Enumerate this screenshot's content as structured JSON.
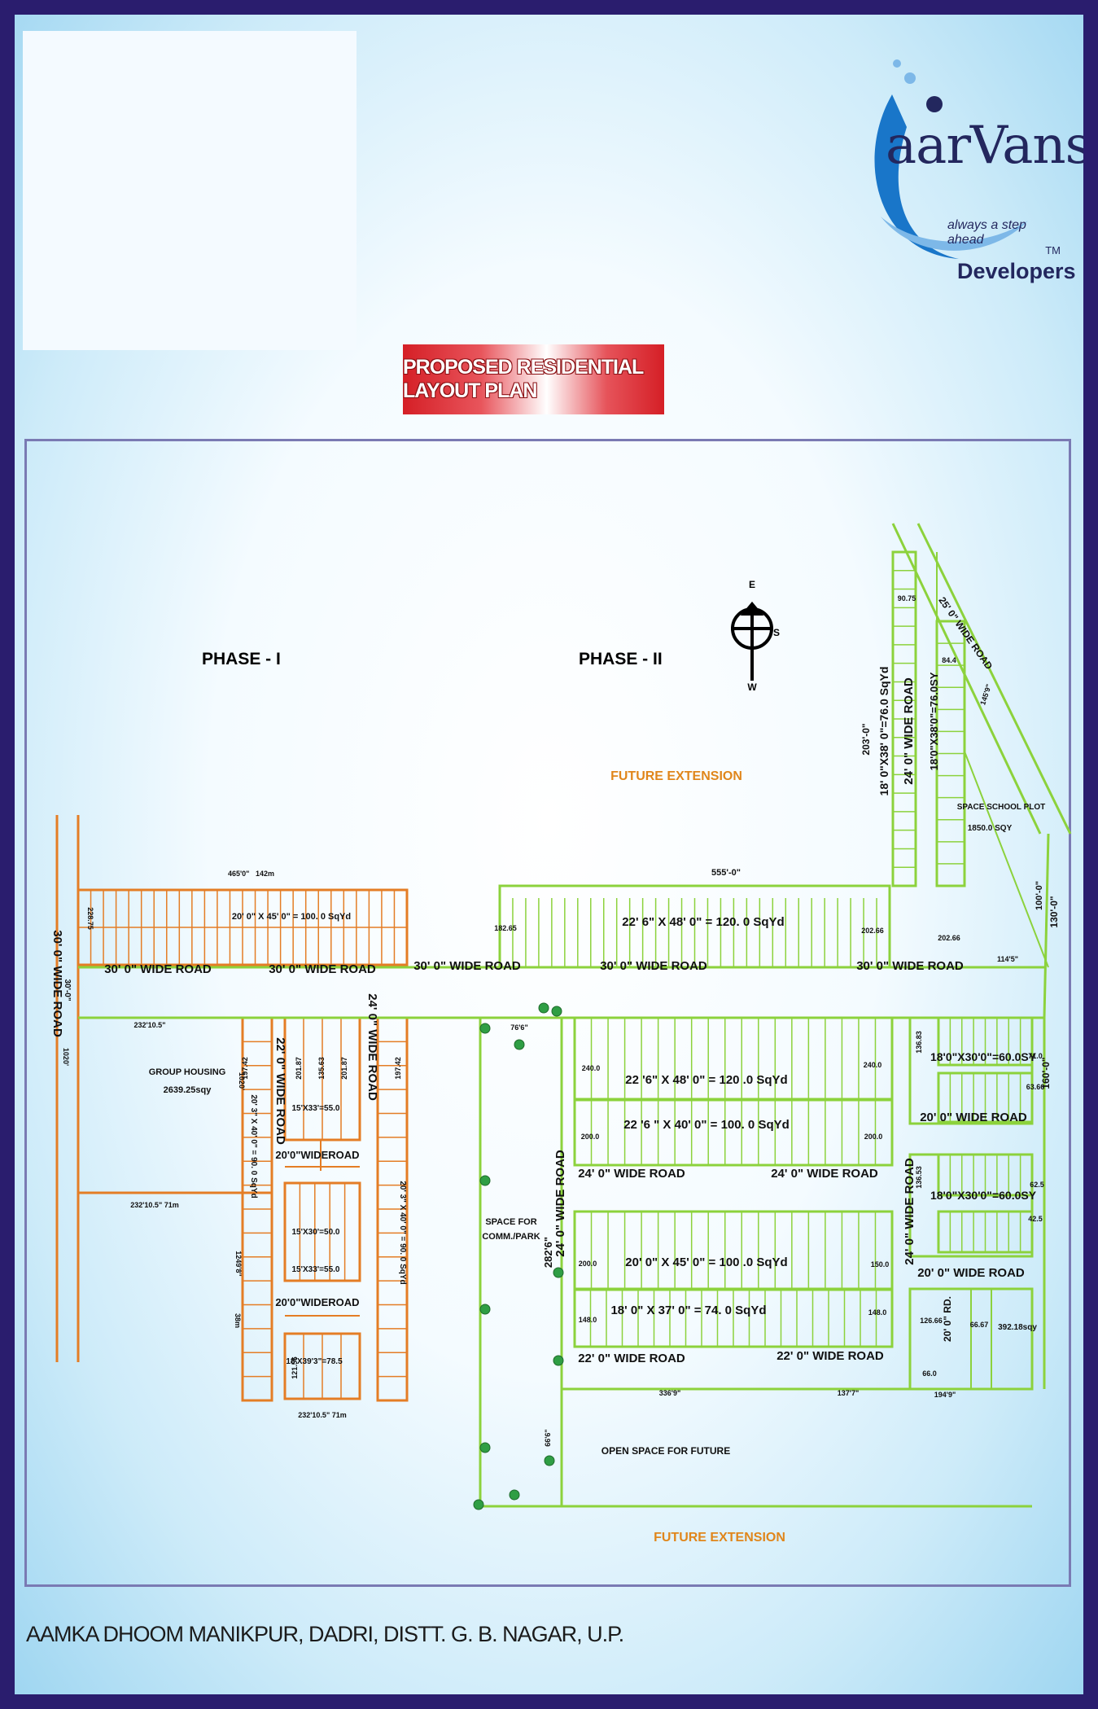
{
  "brand": {
    "name": "aarVanss",
    "tagline": "always a step ahead",
    "tm": "TM",
    "subtitle": "Developers",
    "colors": {
      "navy": "#23275e",
      "blue": "#1976c9",
      "light_blue": "#7db8e8"
    }
  },
  "title": "PROPOSED RESIDENTIAL LAYOUT PLAN",
  "address": "AAMKA DHOOM MANIKPUR, DADRI, DISTT. G. B. NAGAR, U.P.",
  "colors": {
    "border": "#2a1d6e",
    "phase1": "#e47d25",
    "phase2": "#8cd23c",
    "banner_red": "#d51f26",
    "label_orange": "#e0861b"
  },
  "plan": {
    "phases": [
      "PHASE - I",
      "PHASE - II"
    ],
    "future_extension": "FUTURE EXTENSION",
    "compass": {
      "n": "E",
      "e": "S",
      "s": "W"
    },
    "roads": {
      "left": "30' 0\" WIDE ROAD",
      "p1_a": "30' 0\"  WIDE  ROAD",
      "p1_b": "30' 0\"  WIDE  ROAD",
      "mid": "30' 0\"  WIDE  ROAD",
      "p2_a": "30' 0\"  WIDE  ROAD",
      "p2_b": "30' 0\"  WIDE  ROAD",
      "p1_v22": "22' 0\"  WIDE  ROAD",
      "p1_v24": "24' 0\"  WIDE  ROAD",
      "p1_20a": "20'0\"WIDEROAD",
      "p1_20b": "20'0\"WIDEROAD",
      "p2_v24": "24' 0\"  WIDE  ROAD",
      "p2_24a": "24' 0\"  WIDE  ROAD",
      "p2_24b": "24' 0\"  WIDE  ROAD",
      "p2_22a": "22' 0\"  WIDE  ROAD",
      "p2_22b": "22' 0\"  WIDE  ROAD",
      "top_v24": "24' 0\"  WIDE  ROAD",
      "top_diag": "25' 0\"  WIDE  ROAD",
      "right_v24": "24' 0\"  WIDE  ROAD",
      "r_20a": "20' 0\"  WIDE  ROAD",
      "r_20b": "20' 0\"  WIDE  ROAD",
      "r_20rd": "20' 0\" RD."
    },
    "areas": {
      "group_housing": "GROUP HOUSING",
      "group_housing_area": "2639.25sqy",
      "comm_park_1": "SPACE FOR",
      "comm_park_2": "COMM./PARK",
      "school_1": "SPACE SCHOOL PLOT",
      "school_2": "1850.0 SQY",
      "open_space": "OPEN SPACE FOR FUTURE",
      "small_plot": "392.18sqy"
    },
    "plot_specs": {
      "p1_top": "20' 0\" X 45' 0\" = 100. 0 SqYd",
      "p1_15x33a": "15'X33'=55.0",
      "p1_15x30": "15'X30'=50.0",
      "p1_15x33b": "15'X33'=55.0",
      "p1_18x39": "18'X39'3\"=78.5",
      "p2_top": "22' 6\" X 48' 0\" = 120. 0 SqYd",
      "p2_r1": "22 '6\" X 48' 0\" = 120 .0 SqYd",
      "p2_r2": "22 '6 \" X 40' 0\" = 100. 0 SqYd",
      "p2_r3": "20' 0\" X 45' 0\" = 100 .0  SqYd",
      "p2_r4": "18' 0\" X 37' 0\" = 74. 0 SqYd",
      "top_a": "18' 0\"X38' 0\"=76.0 SqYd",
      "top_b": "18'0\"X38'0\"=76.0SY",
      "right_a": "18'0\"X30'0\"=60.0SY",
      "right_b": "18'0\"X30'0\"=60.0SY",
      "p1_20x40": "20' 3\" X 40' 0\" = 90. 0 SqYd",
      "p1_20x40b": "20' 3\" X 40' 0\" = 90. 0 SqYd"
    },
    "dims": {
      "d465": "465'0\"",
      "d142": "142m",
      "d555": "555'-0\"",
      "d232a": "232'10.5\"",
      "d232b": "232'10.5\"  71m",
      "d232c": "232'10.5\"   71m",
      "d282": "282'6\"",
      "d336": "336'9\"",
      "d137": "137'7\"",
      "d203": "203'-0\"",
      "d100": "100'-0\"",
      "d130": "130'-0\"",
      "d160": "160'-0\"",
      "d30": "30'-0\"",
      "d1020": "1020'",
      "d1249": "1249'8\"",
      "d38m": "38m",
      "d66": "66'6\"",
      "d76": "76'6\"",
      "d145": "145'9\"",
      "d114": "114'5\"",
      "d1949": "194'9\"",
      "a22875": "228.75",
      "a18265": "182.65",
      "a20266a": "202.66",
      "a20266b": "202.66",
      "a24000a": "240.0",
      "a24000b": "240.0",
      "a200a": "200.0",
      "a200b": "200.0",
      "a2002": "200.0",
      "a1500": "150.0",
      "a1480": "148.0",
      "a1485": "148.0",
      "a12666": "126.66",
      "a13683": "136.83",
      "a13653": "136.53",
      "a9075": "90.75",
      "a19742a": "197.42",
      "a19742b": "197.42",
      "a20187a": "201.87",
      "a20187b": "201.87",
      "a13563": "135.63",
      "a66": "66.0",
      "a6667": "66.67",
      "a715": "71.0",
      "a6366": "63.66",
      "a425": "42.5",
      "a625": "62.5",
      "a844": "84.4",
      "a12156": "121.56"
    }
  }
}
